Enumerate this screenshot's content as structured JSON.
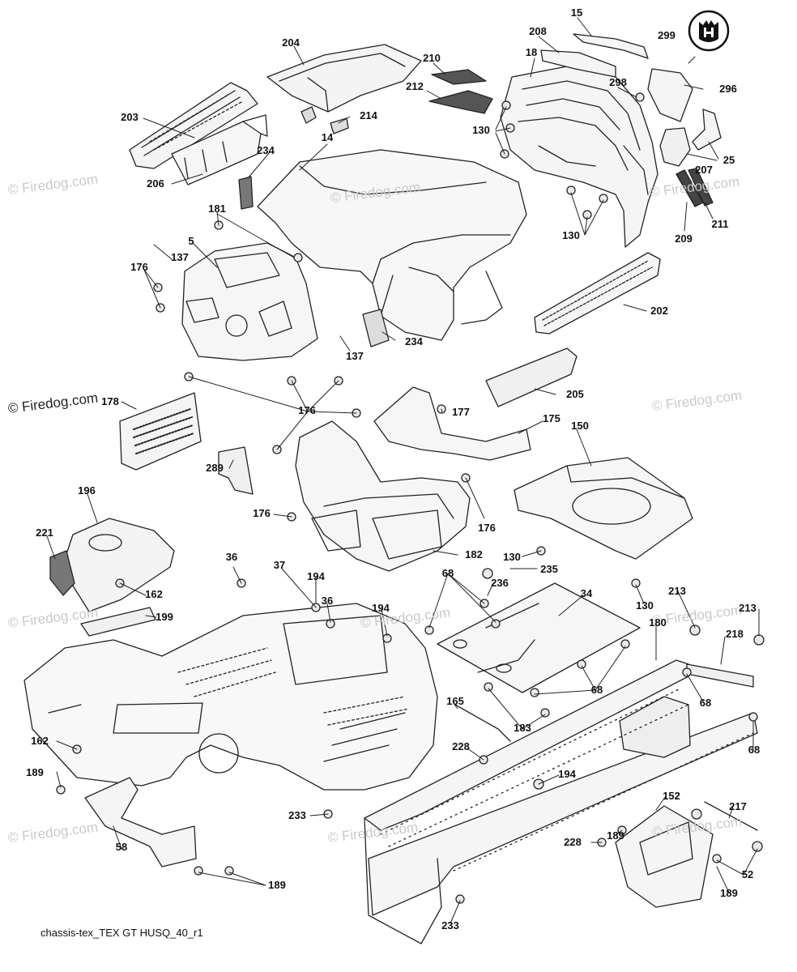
{
  "caption": "chassis-tex_TEX GT HUSQ_40_r1",
  "watermark": "© Firedog.com",
  "watermark_main": "© Firedog.com",
  "logo_icon": "husqvarna-crown-logo",
  "callouts": [
    "15",
    "204",
    "208",
    "299",
    "210",
    "18",
    "298",
    "296",
    "212",
    "214",
    "203",
    "130",
    "14",
    "234",
    "25",
    "207",
    "206",
    "181",
    "209",
    "211",
    "5",
    "137",
    "130",
    "176",
    "202",
    "137",
    "234",
    "205",
    "178",
    "176",
    "177",
    "175",
    "150",
    "289",
    "176",
    "176",
    "196",
    "221",
    "182",
    "130",
    "235",
    "162",
    "36",
    "37",
    "194",
    "36",
    "68",
    "236",
    "34",
    "194",
    "130",
    "213",
    "213",
    "199",
    "218",
    "180",
    "68",
    "68",
    "165",
    "183",
    "162",
    "228",
    "68",
    "189",
    "194",
    "217",
    "152",
    "233",
    "58",
    "189",
    "228",
    "52",
    "189",
    "189",
    "233"
  ]
}
